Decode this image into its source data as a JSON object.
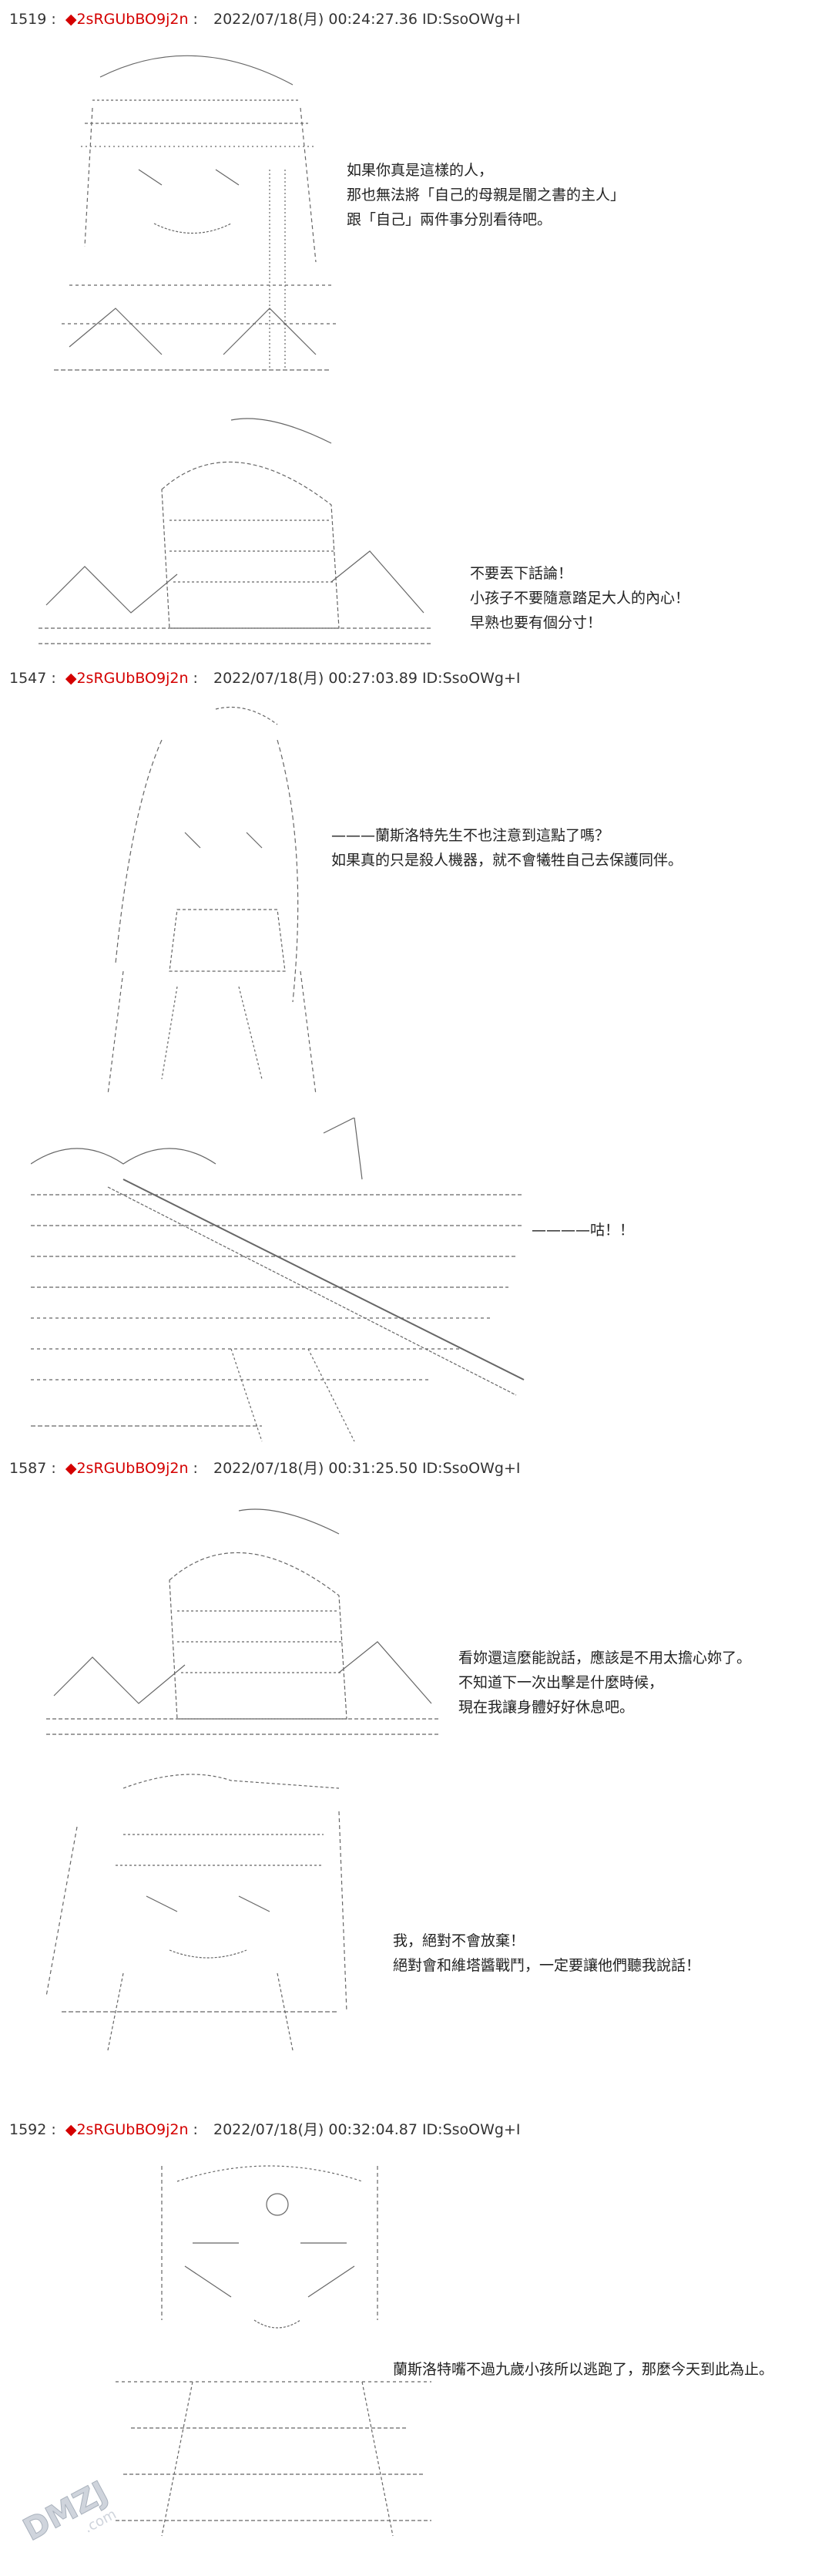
{
  "posts": [
    {
      "number": "1519",
      "tripcode": "◆2sRGUbBO9j2n",
      "meta": "2022/07/18(月) 00:24:27.36 ID:SsoOWg+I",
      "dialogs": [
        [
          "如果你真是這樣的人，",
          "那也無法將「自己的母親是闇之書的主人」",
          "跟「自己」兩件事分別看待吧。"
        ],
        [
          "不要丟下話論！",
          "小孩子不要隨意踏足大人的內心！",
          "早熟也要有個分寸！"
        ]
      ]
    },
    {
      "number": "1547",
      "tripcode": "◆2sRGUbBO9j2n",
      "meta": "2022/07/18(月) 00:27:03.89 ID:SsoOWg+I",
      "dialogs": [
        [
          "———蘭斯洛特先生不也注意到這點了嗎？",
          "如果真的只是殺人機器，就不會犧牲自己去保護同伴。"
        ],
        [
          "————咕！！"
        ]
      ]
    },
    {
      "number": "1587",
      "tripcode": "◆2sRGUbBO9j2n",
      "meta": "2022/07/18(月) 00:31:25.50 ID:SsoOWg+I",
      "dialogs": [
        [
          "看妳還這麼能說話，應該是不用太擔心妳了。",
          "不知道下一次出擊是什麼時候，",
          "現在我讓身體好好休息吧。"
        ],
        [
          "我，絕對不會放棄！",
          "絕對會和維塔醬戰鬥，一定要讓他們聽我說話！"
        ]
      ]
    },
    {
      "number": "1592",
      "tripcode": "◆2sRGUbBO9j2n",
      "meta": "2022/07/18(月) 00:32:04.87 ID:SsoOWg+I",
      "dialogs": [
        [
          "蘭斯洛特嘴不過九歲小孩所以逃跑了，那麼今天到此為止。"
        ]
      ]
    }
  ],
  "watermark": {
    "text": "DMZJ",
    "sub": ".com"
  }
}
